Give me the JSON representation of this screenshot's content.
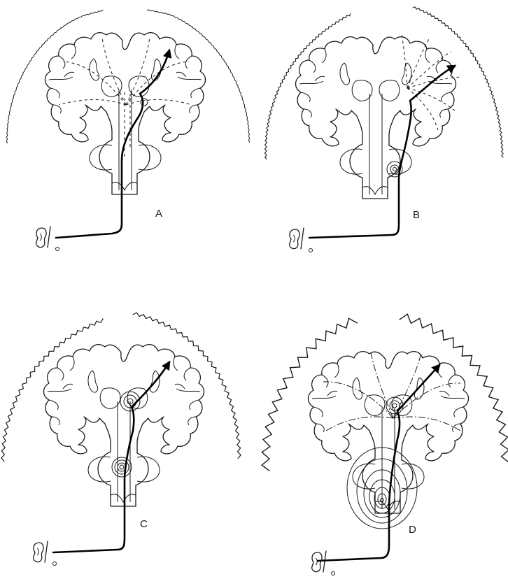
{
  "figure": {
    "panels": [
      {
        "id": "A",
        "label": "A",
        "wave_amplitude": 0.5,
        "cortex_activation": "dashed",
        "brainstem_rings": 0
      },
      {
        "id": "B",
        "label": "B",
        "wave_amplitude": 1.2,
        "cortex_activation": "dashed-fan",
        "brainstem_rings": 3
      },
      {
        "id": "C",
        "label": "C",
        "wave_amplitude": 2.2,
        "cortex_activation": "none",
        "brainstem_rings": 5
      },
      {
        "id": "D",
        "label": "D",
        "wave_amplitude": 5.5,
        "cortex_activation": "dash-dot",
        "brainstem_rings": 8
      }
    ],
    "icons": [
      "brain-coronal-section-icon",
      "sensory-pathway-arrow-icon",
      "ear-stimulus-icon"
    ],
    "colors": {
      "ink": "#1a1a1a",
      "background": "#ffffff"
    }
  }
}
